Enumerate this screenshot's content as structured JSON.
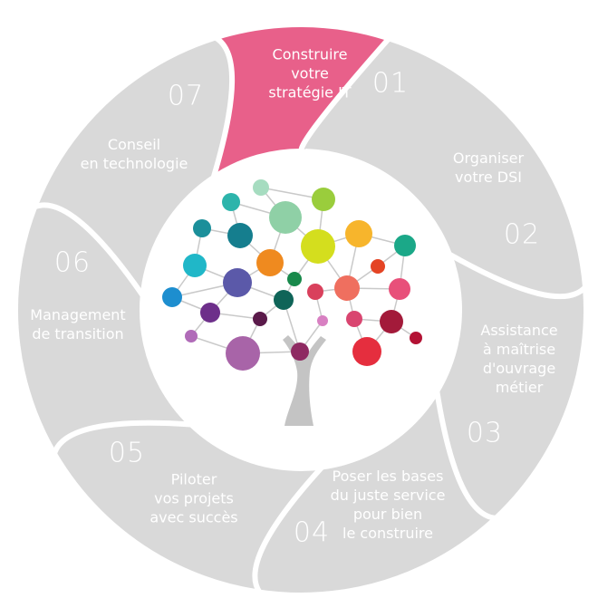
{
  "colors": {
    "segment_default": "#d9d9d9",
    "segment_active": "#e8608a",
    "text": "#ffffff",
    "trunk": "#c4c4c4",
    "link": "#c9c9c9"
  },
  "segments": [
    {
      "id": "01",
      "number": "01",
      "lines": [
        "Construire",
        "votre",
        "stratégie IT"
      ],
      "active": false
    },
    {
      "id": "02",
      "number": "02",
      "lines": [
        "Organiser",
        "votre DSI"
      ],
      "active": false
    },
    {
      "id": "03",
      "number": "03",
      "lines": [
        "Assistance",
        "à maîtrise",
        "d'ouvrage",
        "métier"
      ],
      "active": false
    },
    {
      "id": "04",
      "number": "04",
      "lines": [
        "Poser les bases",
        "du juste service",
        "pour bien",
        "le construire"
      ],
      "active": false
    },
    {
      "id": "05",
      "number": "05",
      "lines": [
        "Piloter",
        "vos projets",
        "avec succès"
      ],
      "active": false
    },
    {
      "id": "06",
      "number": "06",
      "lines": [
        "Management",
        "de transition"
      ],
      "active": false
    },
    {
      "id": "07",
      "number": "07",
      "lines": [
        "Conseil",
        "en technologie"
      ],
      "active": true
    }
  ],
  "tree": {
    "node_colors": [
      "#a6dcc0",
      "#9acd3c",
      "#2db4ab",
      "#8fd0a6",
      "#d4de1e",
      "#f7b52c",
      "#1b8f9a",
      "#157e8e",
      "#1ba888",
      "#ef8a1f",
      "#20b7c8",
      "#18894b",
      "#e44424",
      "#5b59a9",
      "#ef6f5f",
      "#e8507a",
      "#1d8ecf",
      "#0f6458",
      "#d9405c",
      "#6d2f8a",
      "#5a1a4a",
      "#d94570",
      "#a31a3a",
      "#b06bb8",
      "#d880c2",
      "#a864a8",
      "#8e2a62",
      "#e52e3e",
      "#b31234"
    ]
  }
}
